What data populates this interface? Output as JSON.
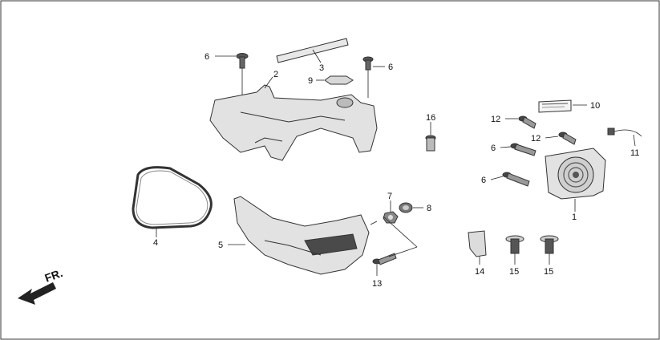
{
  "labels": {
    "l1": "1",
    "l2": "2",
    "l3": "3",
    "l4": "4",
    "l5": "5",
    "l6a": "6",
    "l6b": "6",
    "l6c": "6",
    "l6d": "6",
    "l7": "7",
    "l8": "8",
    "l9": "9",
    "l10": "10",
    "l11": "11",
    "l12a": "12",
    "l12b": "12",
    "l13": "13",
    "l14": "14",
    "l15a": "15",
    "l15b": "15",
    "l16": "16",
    "fr": "FR."
  },
  "colors": {
    "line": "#222222",
    "part_fill": "#e6e6e6",
    "part_dark": "#4a4a4a",
    "frame": "#333333"
  },
  "icons": {
    "front_arrow": "arrow-down-left-icon"
  }
}
